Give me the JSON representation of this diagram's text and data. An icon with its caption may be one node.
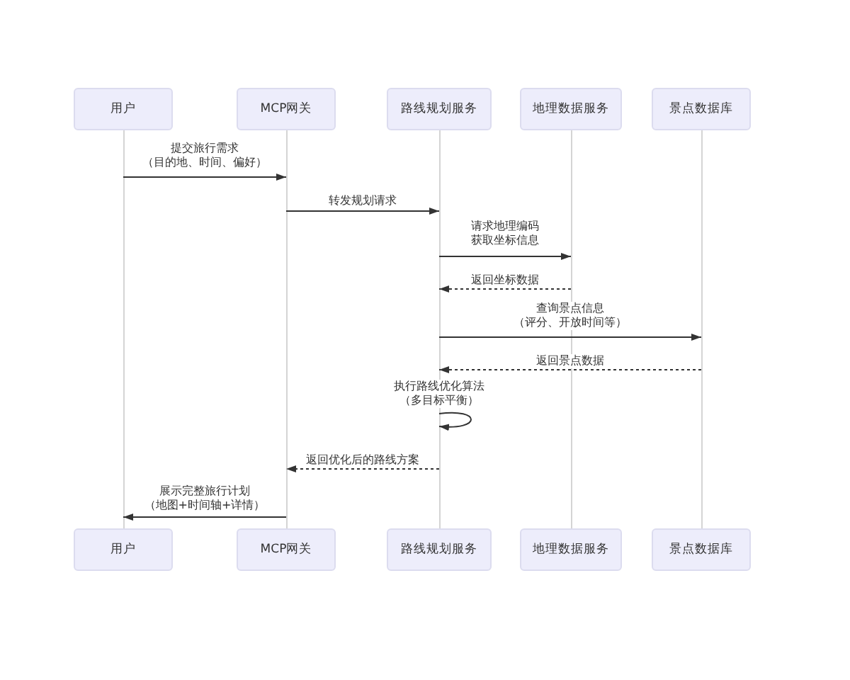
{
  "diagram": {
    "nodes": [
      {
        "text": [
          "用户"
        ]
      },
      {
        "text": [
          "MCP网关"
        ]
      },
      {
        "text": [
          "路线规划服务"
        ]
      },
      {
        "text": [
          "地理数据服务"
        ]
      },
      {
        "text": [
          "景点数据库"
        ]
      },
      {
        "text": [
          "用户"
        ]
      },
      {
        "text": [
          "MCP网关"
        ]
      },
      {
        "text": [
          "路线规划服务"
        ]
      },
      {
        "text": [
          "地理数据服务"
        ]
      },
      {
        "text": [
          "景点数据库"
        ]
      },
      {
        "text": [],
        "shape": "line"
      },
      {
        "text": [],
        "shape": "line"
      },
      {
        "text": [],
        "shape": "line"
      },
      {
        "text": [],
        "shape": "line"
      },
      {
        "text": [],
        "shape": "line"
      }
    ],
    "edges": [
      {
        "from": 10,
        "to": 11,
        "arrow": "to",
        "label": "提交旅行需求（目的地、时间、偏好）"
      },
      {
        "from": 11,
        "to": 12,
        "arrow": "to",
        "label": "转发规划请求"
      },
      {
        "from": 12,
        "to": 13,
        "arrow": "to",
        "label": "请求地理编码获取坐标信息"
      },
      {
        "from": 13,
        "to": 12,
        "arrow": "to",
        "style": "dashed",
        "label": "返回坐标数据"
      },
      {
        "from": 12,
        "to": 14,
        "arrow": "to",
        "label": "查询景点信息（评分、开放时间等）"
      },
      {
        "from": 14,
        "to": 12,
        "arrow": "to",
        "style": "dashed",
        "label": "返回景点数据"
      },
      {
        "from": 12,
        "to": 12,
        "arrow": "to",
        "label": "执行路线优化算法（多目标平衡）"
      },
      {
        "from": 12,
        "to": 11,
        "arrow": "to",
        "style": "dashed",
        "label": "返回优化后的路线方案"
      },
      {
        "from": 11,
        "to": 10,
        "arrow": "to",
        "label": "展示完整旅行计划（地图+时间轴+详情）"
      }
    ]
  }
}
